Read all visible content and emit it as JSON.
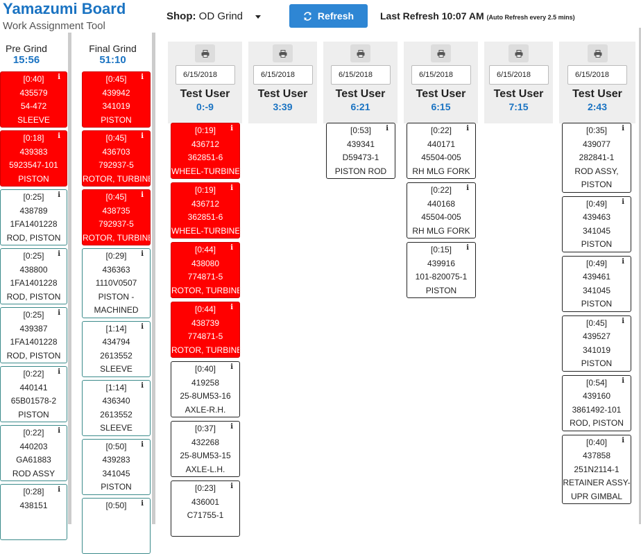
{
  "app": {
    "title": "Yamazumi Board",
    "subtitle": "Work Assignment Tool"
  },
  "toolbar": {
    "shop_label": "Shop:",
    "shop_value": "OD Grind",
    "refresh_label": "Refresh",
    "last_refresh": "Last Refresh 10:07 AM",
    "auto_refresh": "(Auto Refresh every 2.5 mins)"
  },
  "colors": {
    "accent": "#1a73c2",
    "late": "#ff0000",
    "button": "#2e86d4"
  },
  "queues": [
    {
      "name": "Pre Grind",
      "time": "15:56",
      "cards": [
        {
          "dur": "[0:40]",
          "wo": "435579",
          "part": "54-472",
          "desc": "SLEEVE",
          "late": true
        },
        {
          "dur": "[0:18]",
          "wo": "439383",
          "part": "5923547-101",
          "desc": "PISTON",
          "late": true
        },
        {
          "dur": "[0:25]",
          "wo": "438789",
          "part": "1FA1401228",
          "desc": "ROD, PISTON",
          "late": false
        },
        {
          "dur": "[0:25]",
          "wo": "438800",
          "part": "1FA1401228",
          "desc": "ROD, PISTON",
          "late": false
        },
        {
          "dur": "[0:25]",
          "wo": "439387",
          "part": "1FA1401228",
          "desc": "ROD, PISTON",
          "late": false
        },
        {
          "dur": "[0:22]",
          "wo": "440141",
          "part": "65B01578-2",
          "desc": "PISTON",
          "late": false
        },
        {
          "dur": "[0:22]",
          "wo": "440203",
          "part": "GA61883",
          "desc": "ROD ASSY",
          "late": false
        },
        {
          "dur": "[0:28]",
          "wo": "438151",
          "part": "",
          "desc": "",
          "late": false
        }
      ]
    },
    {
      "name": "Final Grind",
      "time": "51:10",
      "cards": [
        {
          "dur": "[0:45]",
          "wo": "439942",
          "part": "341019",
          "desc": "PISTON",
          "late": true
        },
        {
          "dur": "[0:45]",
          "wo": "436703",
          "part": "792937-5",
          "desc": "ROTOR, TURBINE",
          "late": true
        },
        {
          "dur": "[0:45]",
          "wo": "438735",
          "part": "792937-5",
          "desc": "ROTOR, TURBINE",
          "late": true
        },
        {
          "dur": "[0:29]",
          "wo": "436363",
          "part": "1110V0507",
          "desc": "PISTON -",
          "desc2": "MACHINED",
          "late": false
        },
        {
          "dur": "[1:14]",
          "wo": "434794",
          "part": "2613552",
          "desc": "SLEEVE",
          "late": false
        },
        {
          "dur": "[1:14]",
          "wo": "436340",
          "part": "2613552",
          "desc": "SLEEVE",
          "late": false
        },
        {
          "dur": "[0:50]",
          "wo": "439283",
          "part": "341045",
          "desc": "PISTON",
          "late": false
        },
        {
          "dur": "[0:50]",
          "wo": "",
          "part": "",
          "desc": "",
          "late": false
        }
      ]
    }
  ],
  "users": [
    {
      "date": "6/15/2018",
      "name": "Test User",
      "time": "0:-9",
      "cards": [
        {
          "dur": "[0:19]",
          "wo": "436712",
          "part": "362851-6",
          "desc": "WHEEL-TURBINE",
          "late": true
        },
        {
          "dur": "[0:19]",
          "wo": "436712",
          "part": "362851-6",
          "desc": "WHEEL-TURBINE",
          "late": true
        },
        {
          "dur": "[0:44]",
          "wo": "438080",
          "part": "774871-5",
          "desc": "ROTOR, TURBINE",
          "late": true
        },
        {
          "dur": "[0:44]",
          "wo": "438739",
          "part": "774871-5",
          "desc": "ROTOR, TURBINE",
          "late": true
        },
        {
          "dur": "[0:40]",
          "wo": "419258",
          "part": "25-8UM53-16",
          "desc": "AXLE-R.H.",
          "late": false
        },
        {
          "dur": "[0:37]",
          "wo": "432268",
          "part": "25-8UM53-15",
          "desc": "AXLE-L.H.",
          "late": false
        },
        {
          "dur": "[0:23]",
          "wo": "436001",
          "part": "C71755-1",
          "desc": "",
          "late": false
        }
      ]
    },
    {
      "date": "6/15/2018",
      "name": "Test User",
      "time": "3:39",
      "cards": []
    },
    {
      "date": "6/15/2018",
      "name": "Test User",
      "time": "6:21",
      "cards": [
        {
          "dur": "[0:53]",
          "wo": "439341",
          "part": "D59473-1",
          "desc": "PISTON ROD",
          "late": false
        }
      ]
    },
    {
      "date": "6/15/2018",
      "name": "Test User",
      "time": "6:15",
      "cards": [
        {
          "dur": "[0:22]",
          "wo": "440171",
          "part": "45504-005",
          "desc": "RH MLG FORK",
          "late": false
        },
        {
          "dur": "[0:22]",
          "wo": "440168",
          "part": "45504-005",
          "desc": "RH MLG FORK",
          "late": false
        },
        {
          "dur": "[0:15]",
          "wo": "439916",
          "part": "101-820075-1",
          "desc": "PISTON",
          "late": false
        }
      ]
    },
    {
      "date": "6/15/2018",
      "name": "Test User",
      "time": "7:15",
      "cards": []
    },
    {
      "date": "6/15/2018",
      "name": "Test User",
      "time": "2:43",
      "cards": [
        {
          "dur": "[0:35]",
          "wo": "439077",
          "part": "282841-1",
          "desc": "ROD ASSY,",
          "desc2": "PISTON",
          "late": false
        },
        {
          "dur": "[0:49]",
          "wo": "439463",
          "part": "341045",
          "desc": "PISTON",
          "late": false
        },
        {
          "dur": "[0:49]",
          "wo": "439461",
          "part": "341045",
          "desc": "PISTON",
          "late": false
        },
        {
          "dur": "[0:45]",
          "wo": "439527",
          "part": "341019",
          "desc": "PISTON",
          "late": false
        },
        {
          "dur": "[0:54]",
          "wo": "439160",
          "part": "3861492-101",
          "desc": "ROD, PISTON",
          "late": false
        },
        {
          "dur": "[0:40]",
          "wo": "437858",
          "part": "251N2114-1",
          "desc": "RETAINER ASSY-",
          "desc2": "UPR GIMBAL",
          "late": false
        }
      ]
    }
  ]
}
